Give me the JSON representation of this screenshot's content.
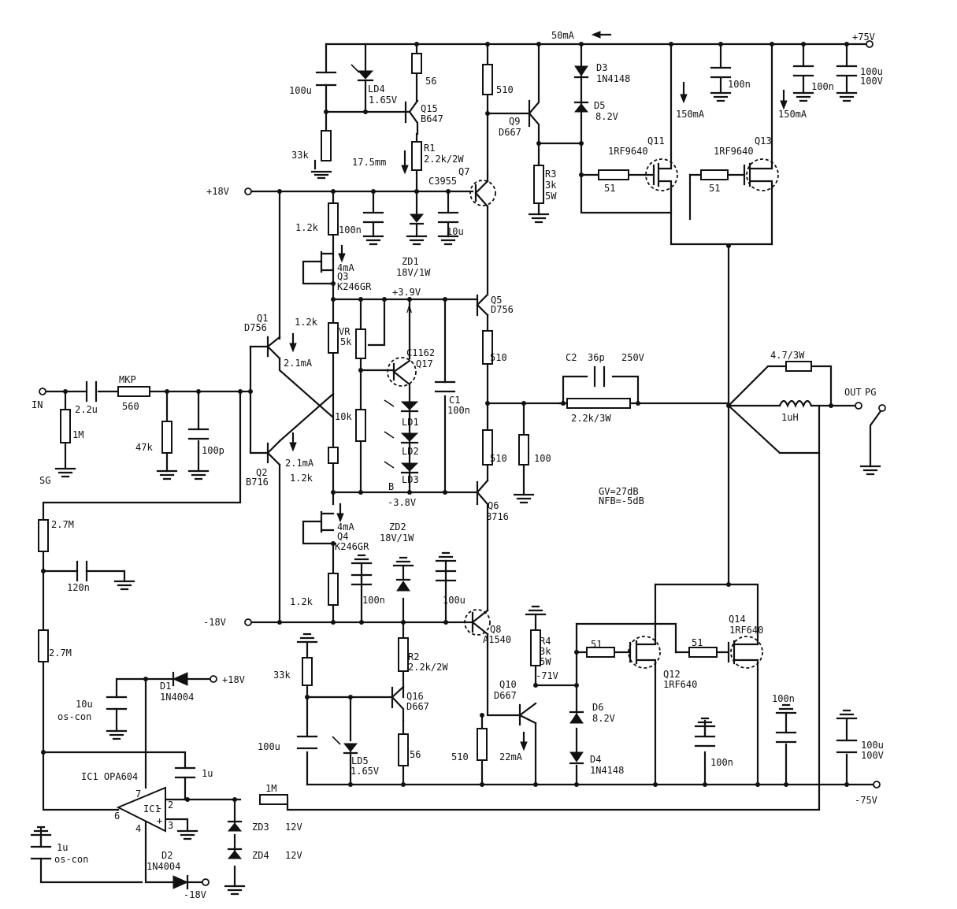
{
  "rails": {
    "pos75": "+75V",
    "neg75": "-75V",
    "pos18": "+18V",
    "neg18": "-18V",
    "pos18_d1": "+18V",
    "neg18_d2": "-18V",
    "node_a_v": "+3.9V",
    "node_b_v": "-3.8V",
    "q10_v": "-71V"
  },
  "currents": {
    "top": "50mA",
    "q11": "150mA",
    "q13": "150mA",
    "q1": "2.1mA",
    "q2": "2.1mA",
    "q3": "4mA",
    "q4": "4mA",
    "r1": "17.5mm",
    "q10": "22mA"
  },
  "nodes": {
    "a": "A",
    "b": "B"
  },
  "io": {
    "in": "IN",
    "sg": "SG",
    "out": "OUT",
    "pg": "PG"
  },
  "transistors": {
    "q1": [
      "Q1",
      "D756"
    ],
    "q2": [
      "Q2",
      "B716"
    ],
    "q3": [
      "Q3",
      "K246GR"
    ],
    "q4": [
      "Q4",
      "K246GR"
    ],
    "q5": [
      "Q5",
      "D756"
    ],
    "q6": [
      "Q6",
      "B716"
    ],
    "q7": [
      "Q7",
      "C3955"
    ],
    "q8": [
      "Q8",
      "A1540"
    ],
    "q9": [
      "Q9",
      "D667"
    ],
    "q10": [
      "Q10",
      "D667"
    ],
    "q11": [
      "Q11",
      "1RF9640"
    ],
    "q12": [
      "Q12",
      "1RF640"
    ],
    "q13": [
      "Q13",
      "1RF9640"
    ],
    "q14": [
      "Q14",
      "1RF640"
    ],
    "q15": [
      "Q15",
      "B647"
    ],
    "q16": [
      "Q16",
      "D667"
    ],
    "q17": [
      "C1162",
      "Q17"
    ]
  },
  "resistors": {
    "in_mkp": "MKP",
    "in_560": "560",
    "in_1m": "1M",
    "in_47k": "47k",
    "r56_top": "56",
    "r33k_top": "33k",
    "r1_name": "R1",
    "r1_val": "2.2k/2W",
    "r510_q7": "510",
    "r3_name": "R3",
    "r3_val": "3k",
    "r3_w": "5W",
    "r51_q11": "51",
    "r51_q13": "51",
    "r12k_a": "1.2k",
    "r12k_b": "1.2k",
    "r12k_c": "1.2k",
    "r12k_d": "1.2k",
    "vr_name": "VR",
    "vr_val": "5k",
    "r10k": "10k",
    "r510_q5": "510",
    "r510_q6": "510",
    "r100": "100",
    "c2_r": "2.2k/3W",
    "r47_3w": "4.7/3W",
    "r27m_a": "2.7M",
    "r27m_b": "2.7M",
    "r33k_bot": "33k",
    "r2_name": "R2",
    "r2_val": "2.2k/2W",
    "r56_bot": "56",
    "r510_q10": "510",
    "r4_name": "R4",
    "r4_val": "3k",
    "r4_w": "5W",
    "r51_q12": "51",
    "r51_q14": "51",
    "r1m_ic": "1M"
  },
  "capacitors": {
    "in_c": "2.2u",
    "in_100p": "100p",
    "c100u_top": "100u",
    "c100n_q3": "100n",
    "c10u_q3": "10u",
    "c100n_top1": "100n",
    "c100n_top2": "100n",
    "c100u_top2": "100u",
    "c100v_top2": "100V",
    "c1_name": "C1",
    "c1_val": "100n",
    "c2_name": "C2",
    "c2_val": "36p",
    "c2_v": "250V",
    "c120n": "120n",
    "c100n_q4": "100n",
    "c100u_q4": "100u",
    "c10u_ic": "10u",
    "c10u_ic2": "os-con",
    "c1u_ic": "1u",
    "c1u_bot": "1u",
    "c1u_bot2": "os-con",
    "c100u_q16": "100u",
    "c100n_bot1": "100n",
    "c100n_bot2": "100n",
    "c100u_bot": "100u",
    "c100v_bot": "100V"
  },
  "diodes": {
    "ld4": "LD4",
    "ld4_v": "1.65V",
    "d3": "D3",
    "d3_type": "1N4148",
    "d5": "D5",
    "d5_v": "8.2V",
    "zd1": "ZD1",
    "zd1_v": "18V/1W",
    "ld1": "LD1",
    "ld2": "LD2",
    "ld3": "LD3",
    "zd2": "ZD2",
    "zd2_v": "18V/1W",
    "d1": "D1",
    "d1_type": "1N4004",
    "d2": "D2",
    "d2_type": "1N4004",
    "ld5": "LD5",
    "ld5_v": "1.65V",
    "d6": "D6",
    "d6_v": "8.2V",
    "d4": "D4",
    "d4_type": "1N4148",
    "zd3": "ZD3",
    "zd3_v": "12V",
    "zd4": "ZD4",
    "zd4_v": "12V"
  },
  "misc": {
    "coil": "1uH",
    "gain": "GV=27dB",
    "nfb": "NFB=-5dB",
    "ic1": "IC1 OPA604",
    "ic1_in": "IC1",
    "pin7": "7",
    "pin6": "6",
    "pin4": "4",
    "pin2": "2",
    "pin3": "3",
    "pin_minus": "-",
    "pin_plus": "+"
  }
}
